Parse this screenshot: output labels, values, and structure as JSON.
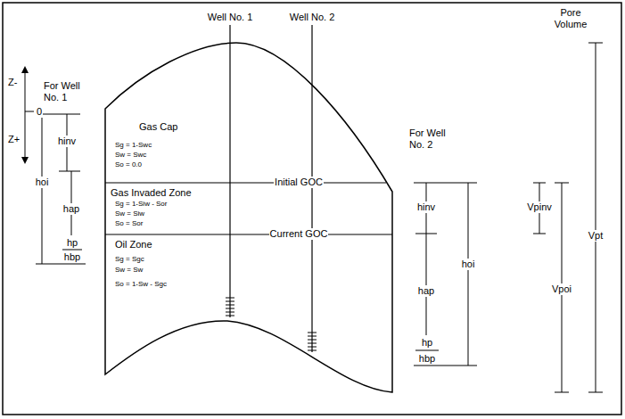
{
  "diagram": {
    "labels": [
      "Well No. 1",
      "Well No. 2",
      "Pore Volume",
      "Z-",
      "For Well No. 1",
      "0",
      "Z+",
      "hinv",
      "hoi",
      "hap",
      "hp",
      "hbp",
      "Gas Cap",
      "Sg = 1-Swc",
      "Sw = Swc",
      "So = 0.0",
      "Initial GOC",
      "Gas Invaded Zone",
      "Sg = 1-Siw - Sor",
      "Sw = Siw",
      "So = Sor",
      "Current GOC",
      "Oil Zone",
      "Sg = Sgc",
      "Sw = Sw",
      "So = 1-Sw - Sgc",
      "For Well No. 2",
      "hinv",
      "hoi",
      "hap",
      "hp",
      "hbp",
      "Vpt",
      "Vpinv",
      "Vpoi"
    ]
  }
}
